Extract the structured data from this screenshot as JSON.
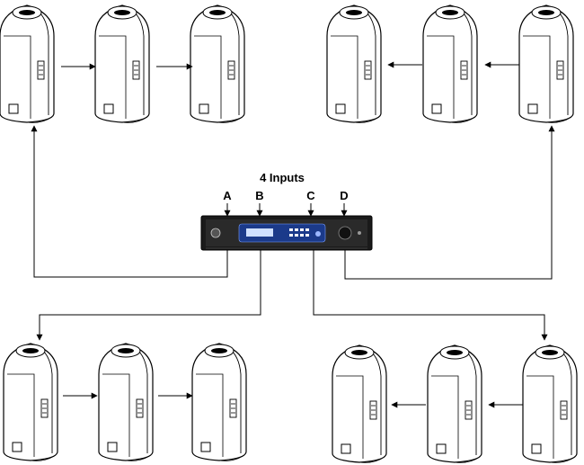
{
  "diagram": {
    "title": "4 Inputs",
    "inputs": [
      {
        "id": "A",
        "label": "A"
      },
      {
        "id": "B",
        "label": "B"
      },
      {
        "id": "C",
        "label": "C"
      },
      {
        "id": "D",
        "label": "D"
      }
    ],
    "speaker_groups": [
      {
        "name": "top-left",
        "count": 3
      },
      {
        "name": "top-right",
        "count": 3
      },
      {
        "name": "bottom-left",
        "count": 3
      },
      {
        "name": "bottom-right",
        "count": 3
      }
    ],
    "colors": {
      "line": "#000000",
      "amp_body": "#1a1a1a",
      "amp_display": "#1b3a8a",
      "speaker_fill": "#ffffff"
    }
  }
}
